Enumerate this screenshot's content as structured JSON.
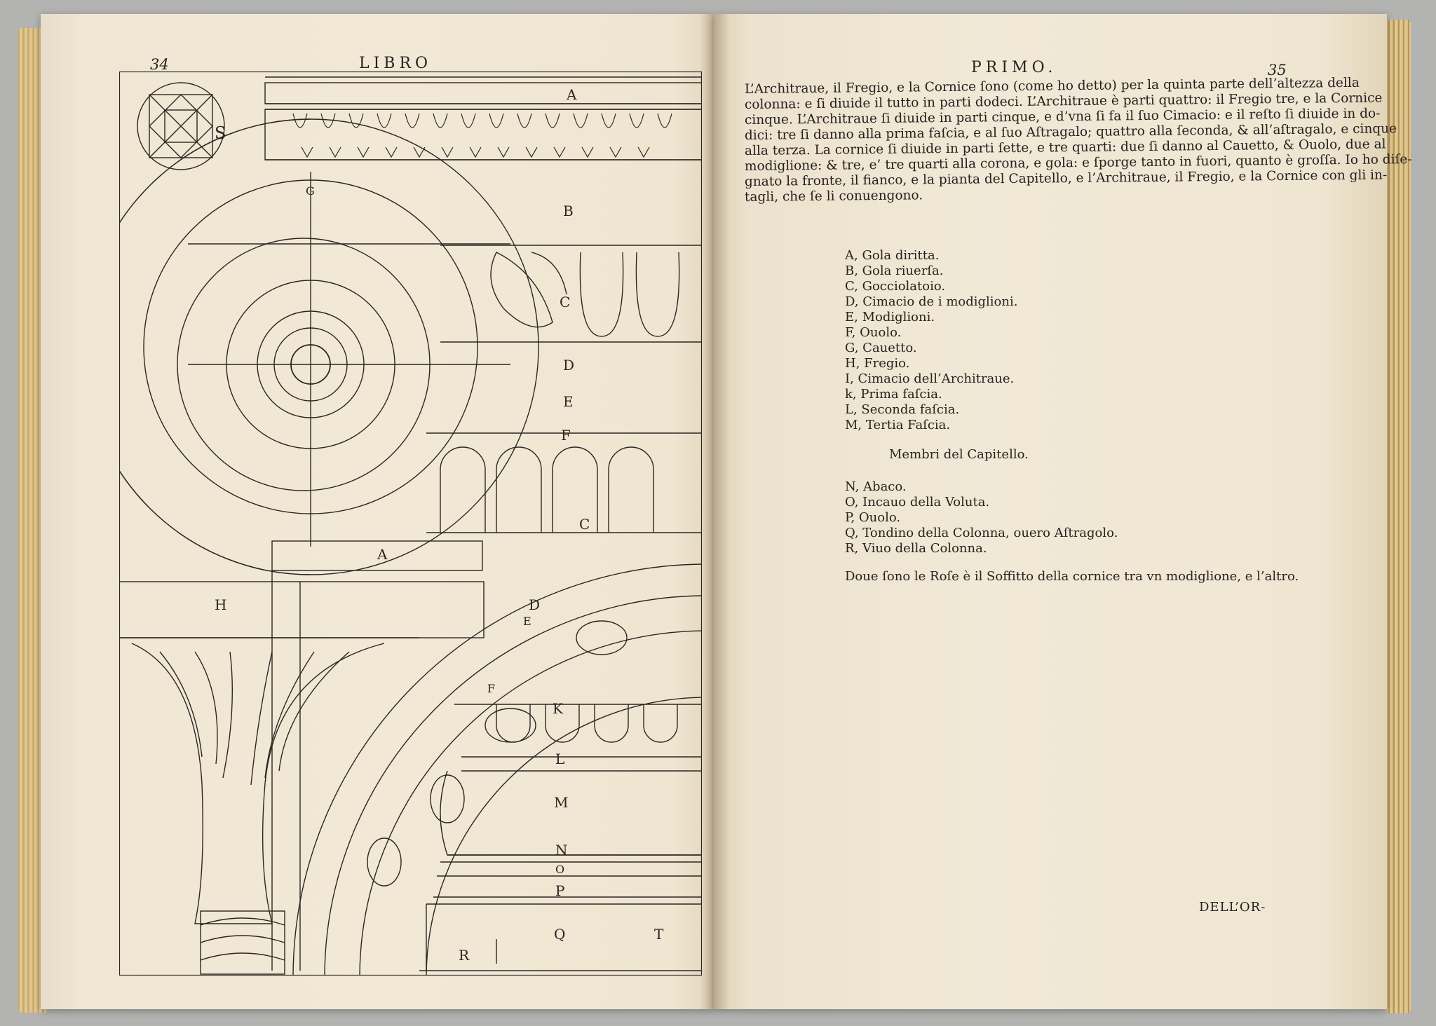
{
  "left_page": {
    "page_number": "34",
    "running_head": "LIBRO",
    "figure_letters": [
      "A",
      "B",
      "C",
      "D",
      "E",
      "F",
      "G",
      "H",
      "A",
      "C",
      "D",
      "E",
      "F",
      "K",
      "L",
      "M",
      "N",
      "O",
      "P",
      "Q",
      "R",
      "T",
      "S"
    ]
  },
  "right_page": {
    "page_number": "35",
    "running_head": "PRIMO.",
    "paragraph_lines": [
      "L’Architraue, il Fregio, e la Cornice ſono (come ho detto) per la quinta parte dell’altezza della",
      "colonna: e ſi diuide il tutto in parti dodeci. L’Architraue è parti quattro: il Fregio tre, e la Cornice",
      "cinque. L’Architraue ſi diuide in parti cinque, e d’vna ſi fa il ſuo Cimacio: e il reſto ſi diuide in do-",
      "dici: tre ſi danno alla prima faſcia, e al ſuo Aſtragalo; quattro alla ſeconda, & all’aſtragalo, e cinque",
      "alla terza. La cornice ſi diuide in parti ſette, e tre quarti: due ſi danno al Cauetto, & Ouolo, due al",
      "modiglione: & tre, e’ tre quarti alla corona, e gola: e ſporge tanto in fuori, quanto è groſſa. Io ho diſe-",
      "gnato la fronte, il fianco, e la pianta del Capitello, e l’Architraue, il Fregio, e la Cornice con gli in-",
      "tagli, che ſe li conuengono."
    ],
    "legend_cornice": [
      "A, Gola diritta.",
      "B, Gola riuerſa.",
      "C, Gocciolatoio.",
      "D, Cimacio de i modiglioni.",
      "E, Modiglioni.",
      "F, Ouolo.",
      "G, Cauetto.",
      "H, Fregio.",
      "I, Cimacio dell’Architraue.",
      "k, Prima faſcia.",
      "L, Seconda faſcia.",
      "M, Tertia Faſcia."
    ],
    "capitello_heading": "Membri del Capitello.",
    "legend_capitello": [
      "N, Abaco.",
      "O, Incauo della Voluta.",
      "P, Ouolo.",
      "Q, Tondino della Colonna, ouero Aſtragolo.",
      "R, Viuo della Colonna."
    ],
    "closing_note": "Doue ſono le Roſe è il Soffitto della cornice tra vn modiglione, e l’altro.",
    "catchword": "DELL’OR-"
  }
}
